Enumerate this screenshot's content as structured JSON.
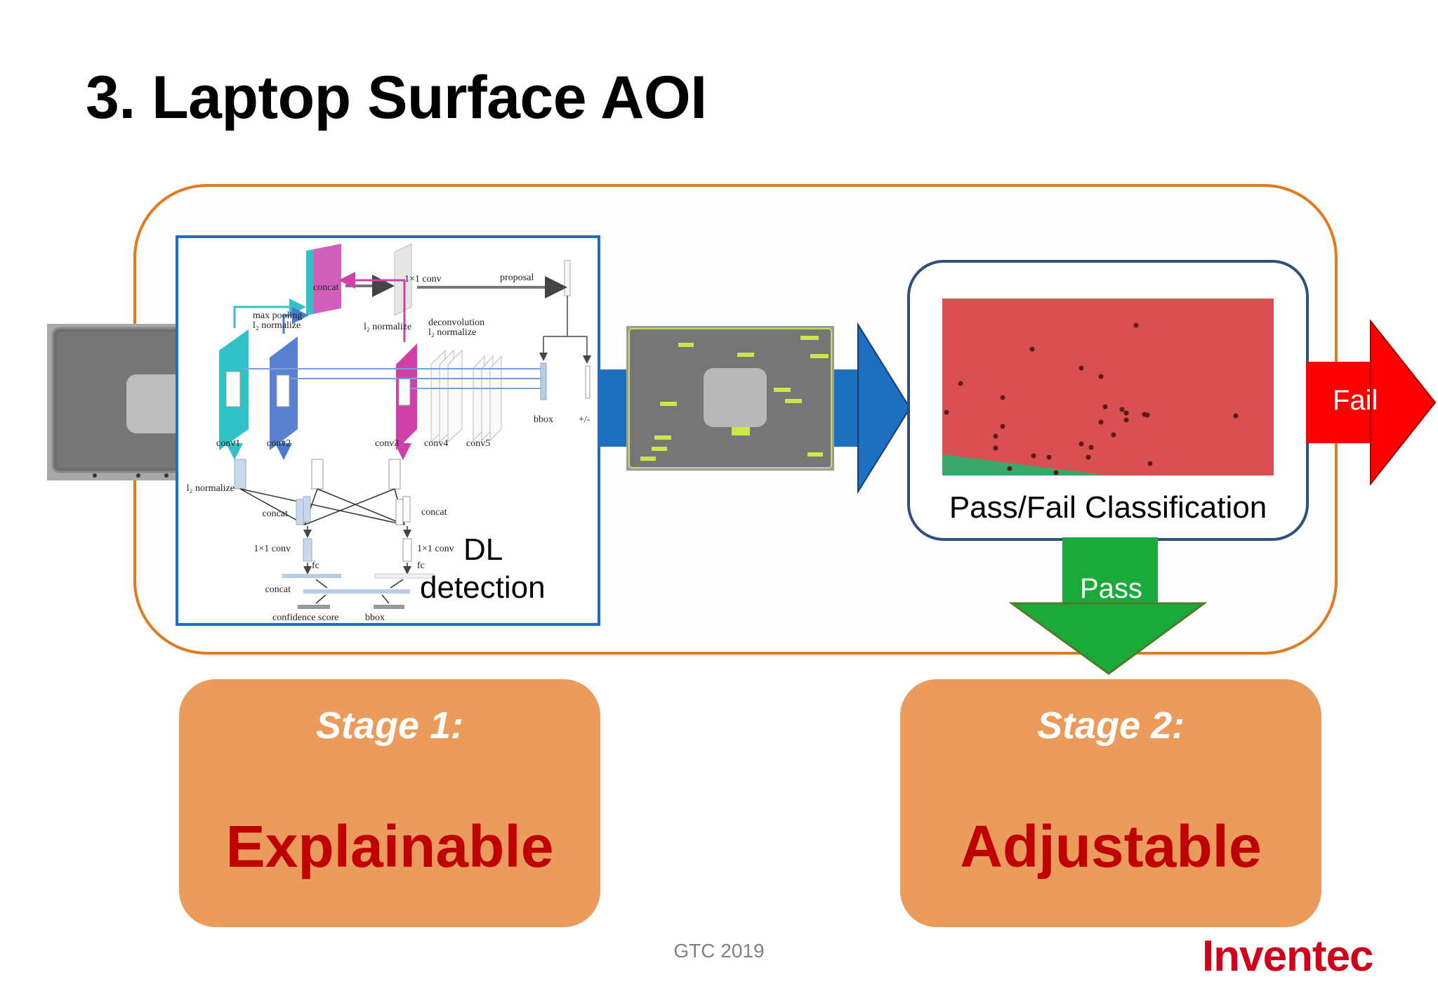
{
  "slide": {
    "title": "3. Laptop Surface AOI",
    "footer": "GTC 2019",
    "logo_text": "Inventec"
  },
  "stage1": {
    "network_labels": {
      "concat_top": "concat",
      "conv1x1_top": "1×1 conv",
      "proposal": "proposal",
      "max_pooling": "max pooling",
      "l2_normalize_left": "l₂ normalize",
      "l2_normalize_mid": "l₂ normalize",
      "deconvolution": "deconvolution",
      "l2_normalize_right": "l₂ normalize",
      "bbox_right": "bbox",
      "plus_minus": "+/-",
      "conv1": "conv1",
      "conv2": "conv2",
      "conv3": "conv3",
      "conv4": "conv4",
      "conv5": "conv5",
      "l2_normalize_low": "l₂ normalize",
      "concat_left": "concat",
      "concat_right": "concat",
      "conv1x1_left": "1×1 conv",
      "conv1x1_right": "1×1 conv",
      "fc_left": "fc",
      "fc_right": "fc",
      "concat_bottom": "concat",
      "confidence_score": "confidence score",
      "bbox_bottom": "bbox"
    },
    "label_line1": "DL",
    "label_line2": "detection",
    "title": "Stage 1:",
    "property": "Explainable"
  },
  "stage2": {
    "classification_label": "Pass/Fail Classification",
    "fail_label": "Fail",
    "pass_label": "Pass",
    "title": "Stage 2:",
    "property": "Adjustable"
  },
  "colors": {
    "frame_orange": "#e07b22",
    "dl_box_blue": "#1f6fc0",
    "flow_arrow_blue": "#1f6fc0",
    "fail_red": "#ff0000",
    "pass_green": "#1aaa3a",
    "plot_fail_region": "#d94f52",
    "plot_pass_region": "#3aa86a",
    "stage_box": "#eb9b5c",
    "stage_word": "#c00000",
    "logo_red": "#d0021b"
  }
}
